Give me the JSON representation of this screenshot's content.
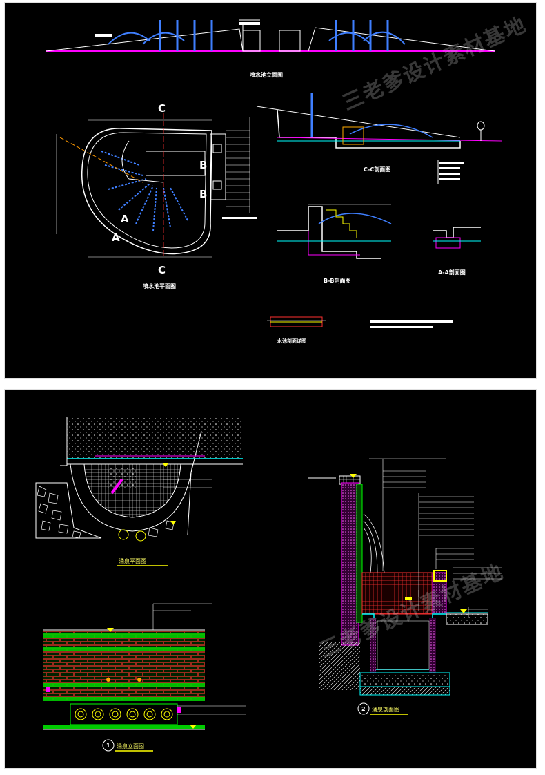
{
  "top_sheet": {
    "elevation_title": "喷水池立面图",
    "plan_title": "喷水池平面图",
    "section_cc_title": "C-C剖面图",
    "section_bb_title": "B-B剖面图",
    "section_aa_title": "A-A剖面图",
    "detail_title": "水池剖面详图",
    "marker_c": "C",
    "marker_b": "B",
    "marker_a": "A"
  },
  "bottom_sheet": {
    "spring_plan_title": "涌泉平面图",
    "spring_elevation_title": "涌泉立面图",
    "spring_section_title": "涌泉剖面图",
    "elevation_number": "1",
    "section_number": "2"
  },
  "watermark": {
    "text": "三老爹设计素材基地"
  },
  "colors": {
    "cad_background": "#000000",
    "line_white": "#ffffff",
    "line_cyan": "#00ffff",
    "line_yellow": "#ffff00",
    "line_green": "#00ff00",
    "line_magenta": "#ff00ff",
    "line_blue": "#3f7fff",
    "line_red": "#ff3030"
  }
}
